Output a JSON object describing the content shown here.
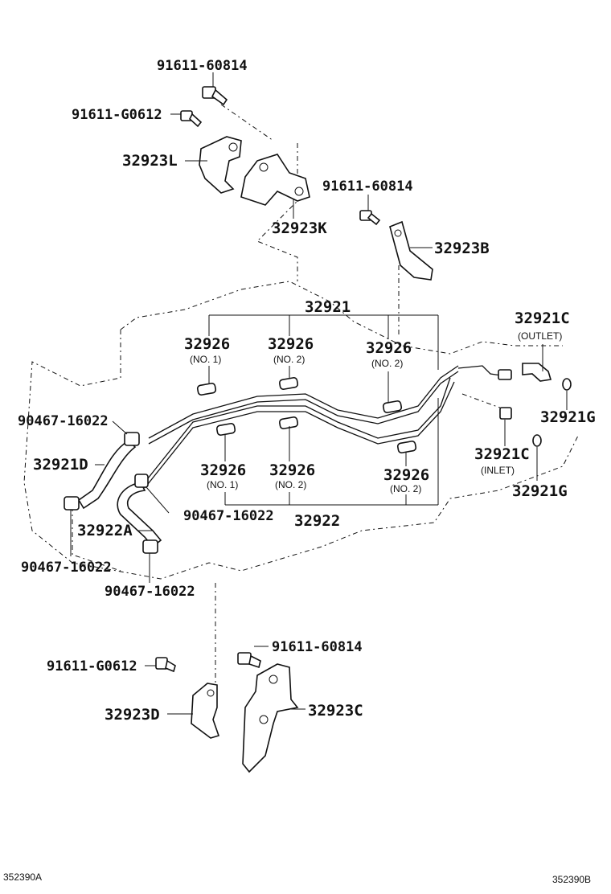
{
  "labels": {
    "bolt_top_1": "91611-60814",
    "bolt_top_2": "91611-G0612",
    "bracket_l": "32923L",
    "bracket_k": "32923K",
    "bolt_mid": "91611-60814",
    "bracket_b": "32923B",
    "pipe_upper": "32921",
    "outlet_c": "32921C",
    "outlet_sub": "(OUTLET)",
    "grommet_1": "32926",
    "grommet_1_sub": "(NO. 1)",
    "grommet_2": "32926",
    "grommet_2_sub": "(NO. 2)",
    "grommet_3": "32926",
    "grommet_3_sub": "(NO. 2)",
    "clamp_1": "90467-16022",
    "g_upper": "32921G",
    "hose_d": "32921D",
    "inlet_c": "32921C",
    "inlet_sub": "(INLET)",
    "g_lower": "32921G",
    "grommet_4": "32926",
    "grommet_4_sub": "(NO. 1)",
    "grommet_5": "32926",
    "grommet_5_sub": "(NO. 2)",
    "grommet_6": "32926",
    "grommet_6_sub": "(NO. 2)",
    "clamp_2": "90467-16022",
    "pipe_lower": "32922",
    "hose_a": "32922A",
    "clamp_3": "90467-16022",
    "clamp_4": "90467-16022",
    "bolt_bot_1": "91611-60814",
    "bolt_bot_2": "91611-G0612",
    "bracket_c": "32923C",
    "bracket_d": "32923D"
  },
  "footer": {
    "left_code": "352390A",
    "right_code": "352390B"
  }
}
